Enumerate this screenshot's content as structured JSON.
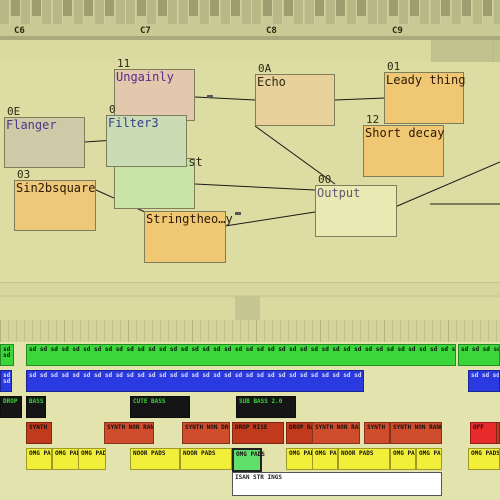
{
  "keyboard": {
    "octaves": [
      "C6",
      "C7",
      "C8",
      "C9"
    ]
  },
  "machines": [
    {
      "id": "11",
      "name": "Ungainly",
      "color": "#e2c9ad",
      "text_color": "#5a2a8a"
    },
    {
      "id": "0A",
      "name": "Echo",
      "color": "#e8d19a",
      "text_color": "#2b2b14"
    },
    {
      "id": "01",
      "name": "Leady thing",
      "color": "#f0c873",
      "text_color": "#2b1a05"
    },
    {
      "id": "0E",
      "name": "Flanger",
      "color": "#cfc9a8",
      "text_color": "#4a3a8a"
    },
    {
      "id": "0",
      "name": "Filter3",
      "color": "#c9dcb4",
      "text_color": "#3a3a8a"
    },
    {
      "id": "",
      "name": "All the dist",
      "color": "#c8e4a6",
      "text_color": "#2b2b14"
    },
    {
      "id": "12",
      "name": "Short decay",
      "color": "#f0c873",
      "text_color": "#2b1a05"
    },
    {
      "id": "03",
      "name": "Sin2bsquare",
      "color": "#edc87a",
      "text_color": "#2b1a05"
    },
    {
      "id": "00",
      "name": "Output",
      "color": "#e9e9b4",
      "text_color": "#5a5a70"
    },
    {
      "id": "",
      "name": "Stringtheo…y",
      "color": "#f0c873",
      "text_color": "#2b1a05"
    }
  ],
  "tracks": [
    {
      "name": "green-track",
      "color": "#3ad63a",
      "patterns": [
        {
          "label": "sd\nsd",
          "fill": "#3ad63a"
        },
        {
          "label": "sd sd sd sd sd sd sd sd sd sd sd sd sd sd sd sd sd sd sd sd sd sd sd sd sd sd sd sd sd sd sd sd sd sd sd sd sd sd sd sd sd sd sd sd sd sd sd sd sd sd sd sd sd sd sd sd",
          "fill": "#3ad63a"
        },
        {
          "label": "sd sd sd sd sd sd sd sd",
          "fill": "#3ad63a"
        }
      ]
    },
    {
      "name": "blue-track",
      "color": "#2a3ae0",
      "patterns": [
        {
          "label": "sd\nsd",
          "fill": "#2a3ae0"
        },
        {
          "label": "sd sd sd sd sd sd sd sd sd sd sd sd sd sd sd sd sd sd sd sd sd sd sd sd sd sd sd sd sd sd sd sd sd sd sd sd sd sd sd sd sd sd sd sd sd sd sd sd sd sd sd sd sd sd sd sd",
          "fill": "#2a3ae0"
        },
        {
          "label": "sd sd sd sd sd",
          "fill": "#2a3ae0"
        }
      ]
    },
    {
      "name": "bass-track",
      "color": "#151515",
      "patterns": [
        {
          "label": "DROP",
          "fill": "#151515"
        },
        {
          "label": "BASS 2.0",
          "fill": "#151515"
        },
        {
          "label": "CUTE BASS",
          "fill": "#151515"
        },
        {
          "label": "SUB BASS 2.0",
          "fill": "#151515"
        }
      ]
    },
    {
      "name": "synth-track",
      "color": "#c23a1e",
      "patterns": [
        {
          "label": "SYNTH HIGH",
          "fill": "#c23a1e"
        },
        {
          "label": "SYNTH NON RANK",
          "fill": "#cf4d2c"
        },
        {
          "label": "SYNTH NON DROP",
          "fill": "#cf4d2c"
        },
        {
          "label": "DROP RISE",
          "fill": "#c23a1e"
        },
        {
          "label": "DROP RAISE",
          "fill": "#c23a1e"
        },
        {
          "label": "SYNTH NON RANK",
          "fill": "#cf4d2c"
        },
        {
          "label": "SYNTH NON DROP",
          "fill": "#cf4d2c"
        },
        {
          "label": "SYNTH NON RANK",
          "fill": "#cf4d2c"
        },
        {
          "label": "OFF",
          "fill": "#e82a2a"
        },
        {
          "label": "SYNTH HIGH",
          "fill": "#c23a1e"
        }
      ]
    },
    {
      "name": "pads-track",
      "color": "#f2ef3a",
      "patterns": [
        {
          "label": "OMG PADS",
          "fill": "#f2ef3a"
        },
        {
          "label": "OMG PADS",
          "fill": "#f2ef3a"
        },
        {
          "label": "OMG PADS",
          "fill": "#f2ef3a"
        },
        {
          "label": "NOOR PADS",
          "fill": "#f2ef3a"
        },
        {
          "label": "NOOR PADS",
          "fill": "#f2ef3a"
        },
        {
          "label": "OMG PADS",
          "fill": "#f2ef3a"
        },
        {
          "label": "OMG PADS",
          "fill": "#f2ef3a"
        },
        {
          "label": "NOOR PADS",
          "fill": "#f2ef3a"
        },
        {
          "label": "OMG PADS",
          "fill": "#f2ef3a"
        },
        {
          "label": "OMG PADS",
          "fill": "#f2ef3a"
        },
        {
          "label": "OMG PADS",
          "fill": "#f2ef3a"
        }
      ]
    }
  ],
  "cursor_pattern": {
    "label": "OMG PADS"
  },
  "white_pattern": {
    "label": "ISAN STR INGS"
  }
}
